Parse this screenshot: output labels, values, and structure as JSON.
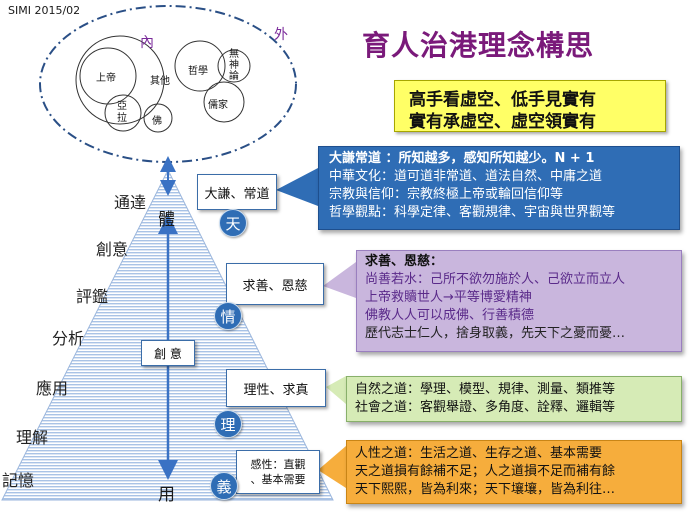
{
  "header": {
    "source_label": "SIMI 2015/02",
    "title": "育人治港理念構思"
  },
  "motto": {
    "line1": "高手看虛空、低手見實有",
    "line2": "實有承虛空、虛空領實有",
    "bg_color": "#ffff66"
  },
  "circle": {
    "inner_label": "內",
    "outer_label": "外",
    "items": [
      "上帝",
      "其他",
      "亞拉",
      "佛",
      "哲學",
      "無神論",
      "儒家"
    ]
  },
  "pyramid": {
    "top_label": "體",
    "bottom_label": "用",
    "center_label": "創 意",
    "levels": [
      "通達",
      "創意",
      "評鑑",
      "分析",
      "應用",
      "理解",
      "記憶"
    ]
  },
  "sections": [
    {
      "box_label": "大謙、常道",
      "badge": "天",
      "bg_color": "#2f6db5",
      "text_color": "#ffffff",
      "lines": [
        "大謙常道 ：所知越多，感知所知越少。N + 1",
        "中華文化：道可道非常道、道法自然、中庸之道",
        "宗教與信仰：宗教終極上帝或輪回信仰等",
        "哲學觀點：科學定律、客觀規律、宇宙與世界觀等"
      ]
    },
    {
      "box_label": "求善、恩慈",
      "badge": "情",
      "bg_color": "#c9b6dd",
      "text_color": "#111111",
      "lines": [
        "求善、恩慈：",
        "尚善若水：己所不欲勿施於人、己欲立而立人",
        "上帝救贖世人→平等博愛精神",
        "佛教人人可以成佛、行善積德",
        "歷代志士仁人，捨身取義，先天下之憂而憂…"
      ]
    },
    {
      "box_label": "理性、求真",
      "badge": "理",
      "bg_color": "#d6ebb6",
      "text_color": "#111111",
      "lines": [
        "自然之道：學理、模型、規律、測量、類推等",
        "社會之道：客觀舉證、多角度、詮釋、邏輯等"
      ]
    },
    {
      "box_label_line1": "感性：直觀",
      "box_label_line2": "、基本需要",
      "badge": "義",
      "bg_color": "#f6ad3c",
      "text_color": "#111111",
      "lines": [
        "人性之道：生活之道、生存之道、基本需要",
        "天之道損有餘補不足；人之道損不足而補有餘",
        "天下熙熙，皆為利來；天下壤壤，皆為利往…"
      ]
    }
  ],
  "colors": {
    "title": "#7a1a7a",
    "accent_blue": "#2f6db5",
    "pyramid_blue": "#a9c3e6",
    "arrow": "#3a72c4"
  }
}
